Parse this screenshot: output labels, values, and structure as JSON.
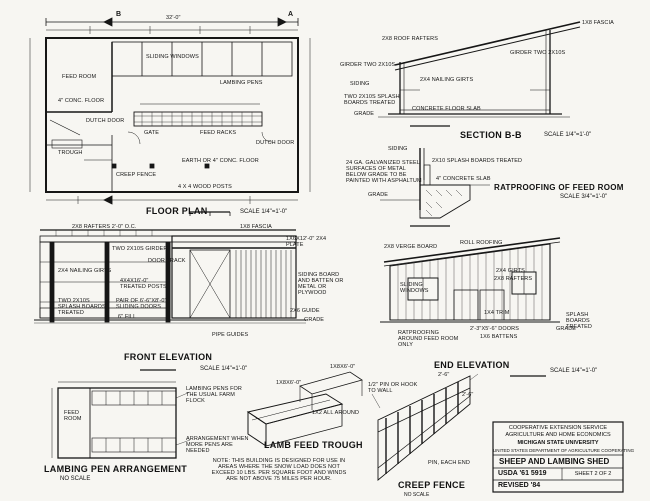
{
  "views": {
    "floor_plan": {
      "title": "FLOOR PLAN",
      "scale": "SCALE 1/4\"=1'-0\"",
      "section_mark_a": "A",
      "section_mark_b": "B",
      "overall_dim": "32'-0\"",
      "labels": {
        "feed_room": "FEED ROOM",
        "conc_floor": "4\" CONC. FLOOR",
        "sliding_windows": "SLIDING WINDOWS",
        "lambing_pens": "LAMBING PENS",
        "dutch_door": "DUTCH DOOR",
        "trough": "TROUGH",
        "gate": "GATE",
        "feed_racks": "FEED RACKS",
        "dutch_door_2": "DUTCH DOOR",
        "earth_floor": "EARTH OR 4\" CONC. FLOOR",
        "creep_fence": "CREEP FENCE",
        "wood_posts": "4 x 4 WOOD POSTS"
      }
    },
    "section_bb": {
      "title": "SECTION B-B",
      "scale": "SCALE 1/4\"=1'-0\"",
      "labels": {
        "roof_rafters": "2x8 ROOF RAFTERS",
        "fascia": "1x8 FASCIA",
        "girder_right": "GIRDER TWO 2x10s",
        "girder_left": "GIRDER TWO 2x10s",
        "nailing_girts": "2x4 NAILING GIRTS",
        "siding": "SIDING",
        "splash_boards": "TWO 2x10s SPLASH BOARDS TREATED",
        "concrete_slab": "CONCRETE FLOOR SLAB",
        "grade": "GRADE"
      }
    },
    "ratproofing": {
      "title": "RATPROOFING OF FEED ROOM",
      "scale": "SCALE 3/4\"=1'-0\"",
      "labels": {
        "siding": "SIDING",
        "splash_boards": "2x10 SPLASH BOARDS TREATED",
        "steel": "24 GA. GALVANIZED STEEL SURFACES OF METAL BELOW GRADE TO BE PAINTED WITH ASPHALTUM",
        "concrete_slab": "4\" CONCRETE SLAB",
        "grade": "GRADE"
      }
    },
    "front_elevation": {
      "title": "FRONT ELEVATION",
      "scale": "SCALE 1/4\"=1'-0\"",
      "labels": {
        "rafters": "2x8 RAFTERS 2'-0\" O.C.",
        "girder": "TWO 2x10s GIRDER",
        "nailing_girts": "2x4 NAILING GIRTS",
        "door_track": "DOOR TRACK",
        "posts": "4x4x16'-0\" TREATED POSTS",
        "splash_boards": "TWO 2x10s SPLASH BOARDS TREATED",
        "fill": "6\" FILL",
        "sliding_doors": "PAIR OF 6'-6\"x8'-0\" SLIDING DOORS",
        "fascia": "1x8 FASCIA",
        "plate": "1x6x12'-0\" 2x4 PLATE",
        "siding_note": "SIDING BOARD AND BATTEN OR METAL OR PLYWOOD",
        "guide": "2x6 GUIDE",
        "grade": "GRADE",
        "pipe_guides": "PIPE GUIDES"
      }
    },
    "end_elevation": {
      "title": "END ELEVATION",
      "scale": "SCALE 1/4\"=1'-0\"",
      "labels": {
        "verge_board": "2x8 VERGE BOARD",
        "roll_roofing": "ROLL ROOFING",
        "sliding_windows": "SLIDING WINDOWS",
        "girts": "2x4 GIRTS",
        "rafters": "2x8 RAFTERS",
        "trim": "1x4 TRIM",
        "battens": "1x6 BATTENS",
        "doors": "2'-3\"x5'-6\" DOORS",
        "ratproofing": "RATPROOFING AROUND FEED ROOM ONLY",
        "splash_boards": "SPLASH BOARDS TREATED",
        "grade": "GRADE"
      }
    },
    "lambing_pen": {
      "title": "LAMBING PEN ARRANGEMENT",
      "scale": "NO SCALE",
      "labels": {
        "feed_room": "FEED ROOM",
        "usual_flock": "LAMBING PENS FOR THE USUAL FARM FLOCK",
        "more_pens": "ARRANGEMENT WHEN MORE PENS ARE NEEDED"
      }
    },
    "lamb_trough": {
      "title": "LAMB FEED TROUGH",
      "scale": "NO SCALE",
      "labels": {
        "board_a": "1x8x6'-0\"",
        "board_b": "1x8x6'-0\"",
        "board_c": "1x2 ALL AROUND"
      }
    },
    "creep_fence": {
      "title": "CREEP FENCE",
      "scale": "NO SCALE",
      "labels": {
        "hook": "1/2\" PIN OR HOOK TO WALL",
        "pin": "PIN, EACH END",
        "dim_a": "2'-6\"",
        "dim_b": "2'-6\""
      }
    }
  },
  "note": "NOTE: THIS BUILDING IS DESIGNED FOR USE IN AREAS WHERE THE SNOW LOAD DOES NOT EXCEED 10 LBS. PER SQUARE FOOT AND WINDS ARE NOT ABOVE 75 MILES PER HOUR.",
  "title_block": {
    "line1": "COOPERATIVE EXTENSION SERVICE",
    "line2": "AGRICULTURE AND HOME ECONOMICS",
    "line3": "MICHIGAN STATE UNIVERSITY",
    "line4": "UNITED STATES DEPARTMENT OF AGRICULTURE COOPERATING",
    "drawing_title": "SHEEP AND LAMBING SHED",
    "plan_number": "USDA '61 5919",
    "sheet": "SHEET 2 OF 2",
    "revised": "REVISED '84"
  }
}
